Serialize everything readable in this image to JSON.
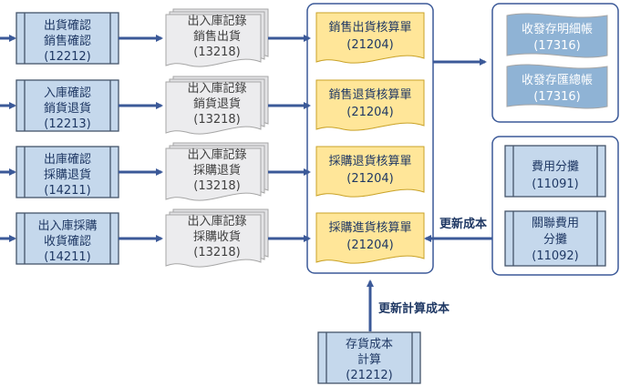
{
  "colors": {
    "process_fill": "#c5d8ec",
    "process_stroke": "#44546a",
    "doc_fill": "#e3e3e5",
    "doc_stroke": "#a6a6a6",
    "bill_fill": "#ffe699",
    "bill_stroke": "#c9a227",
    "ledger_fill": "#8fb3d5",
    "ledger_stroke": "#a6a6a6",
    "arrow": "#3b5998",
    "container_stroke": "#3b5998"
  },
  "source_processes": [
    {
      "line1": "出貨確認",
      "line2": "銷售確認",
      "code": "(12212)"
    },
    {
      "line1": "入庫確認",
      "line2": "銷貨退貨",
      "code": "(12213)"
    },
    {
      "line1": "出庫確認",
      "line2": "採購退貨",
      "code": "(14211)"
    },
    {
      "line1": "出入庫採購",
      "line2": "收貨確認",
      "code": "(14211)"
    }
  ],
  "inout_docs": [
    {
      "line1": "出入庫記錄",
      "line2": "銷售出貨",
      "code": "(13218)"
    },
    {
      "line1": "出入庫記錄",
      "line2": "銷貨退貨",
      "code": "(13218)"
    },
    {
      "line1": "出入庫記錄",
      "line2": "採購退貨",
      "code": "(13218)"
    },
    {
      "line1": "出入庫記錄",
      "line2": "採購收貨",
      "code": "(13218)"
    }
  ],
  "verification_bills": [
    {
      "title": "銷售出貨核算單",
      "code": "(21204)"
    },
    {
      "title": "銷售退貨核算單",
      "code": "(21204)"
    },
    {
      "title": "採購退貨核算單",
      "code": "(21204)"
    },
    {
      "title": "採購進貨核算單",
      "code": "(21204)"
    }
  ],
  "ledgers": [
    {
      "title": "收發存明細帳",
      "code": "(17316)"
    },
    {
      "title": "收發存匯總帳",
      "code": "(17316)"
    }
  ],
  "expense_processes": [
    {
      "line1": "費用分攤",
      "line2": "",
      "code": "(11091)"
    },
    {
      "line1": "關聯費用",
      "line2": "分攤",
      "code": "(11092)"
    }
  ],
  "inventory_cost": {
    "line1": "存貨成本",
    "line2": "計算",
    "code": "(21212)"
  },
  "labels": {
    "update_cost": "更新成本",
    "update_calc_cost": "更新計算成本"
  }
}
